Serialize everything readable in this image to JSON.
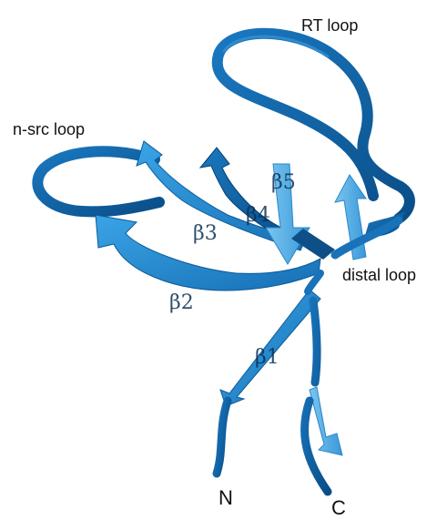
{
  "labels": {
    "rt_loop": "RT loop",
    "n_src_loop": "n-src loop",
    "distal_loop": "distal loop",
    "n_terminus": "N",
    "c_terminus": "C"
  },
  "strands": {
    "b1": "β1",
    "b2": "β2",
    "b3": "β3",
    "b4": "β4",
    "b5": "β5"
  },
  "colors": {
    "ribbon_dark": "#0a5fa0",
    "ribbon_mid": "#1e7fc8",
    "ribbon_light": "#3aa0e0",
    "ribbon_pale": "#6cc0ee",
    "helix": "#0d4f86",
    "background": "#ffffff"
  }
}
